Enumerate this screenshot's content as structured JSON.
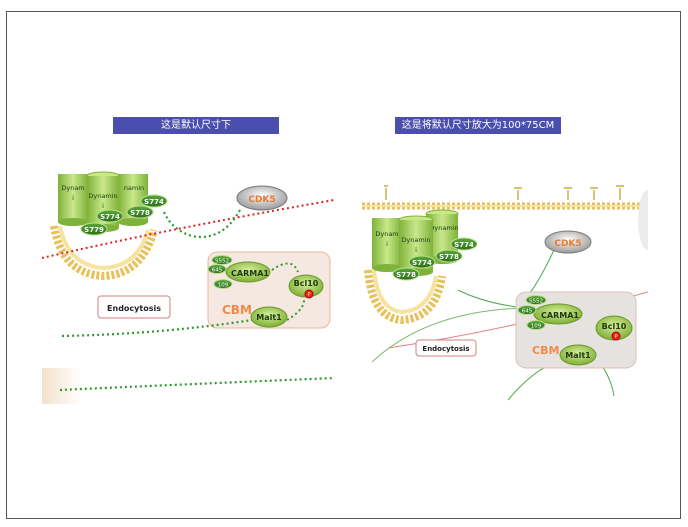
{
  "captions": {
    "left": "这是默认尺寸下",
    "right": "这是将默认尺寸放大为100*75CM"
  },
  "diagram": {
    "dynamin_label_a": "Dynam",
    "dynamin_label_b": "i",
    "dynamin_label_mid": "Dynamin",
    "dynamin_label_right": "namin",
    "dynamin_label_right_full": "Dynamin",
    "s774": "S774",
    "s778": "S778",
    "s779": "S779",
    "cdk5": "CDK5",
    "endocytosis": "Endocytosis",
    "carma1": "CARMA1",
    "bcl10": "Bcl10",
    "bcl10_right": "Bcl10",
    "malt1": "Malt1",
    "cbm": "CBM",
    "s552": "S552",
    "s645": "645",
    "s109": "109",
    "p": "P"
  },
  "colors": {
    "caption_bg": "#4a4fae",
    "cylinder": "#9ccc5a",
    "phospho": "#3f8a28",
    "cbm_box": "#f4e8e0",
    "cbm_text": "#f08a4b",
    "dots": "#2f9a2f",
    "red_dots": "#d22"
  }
}
